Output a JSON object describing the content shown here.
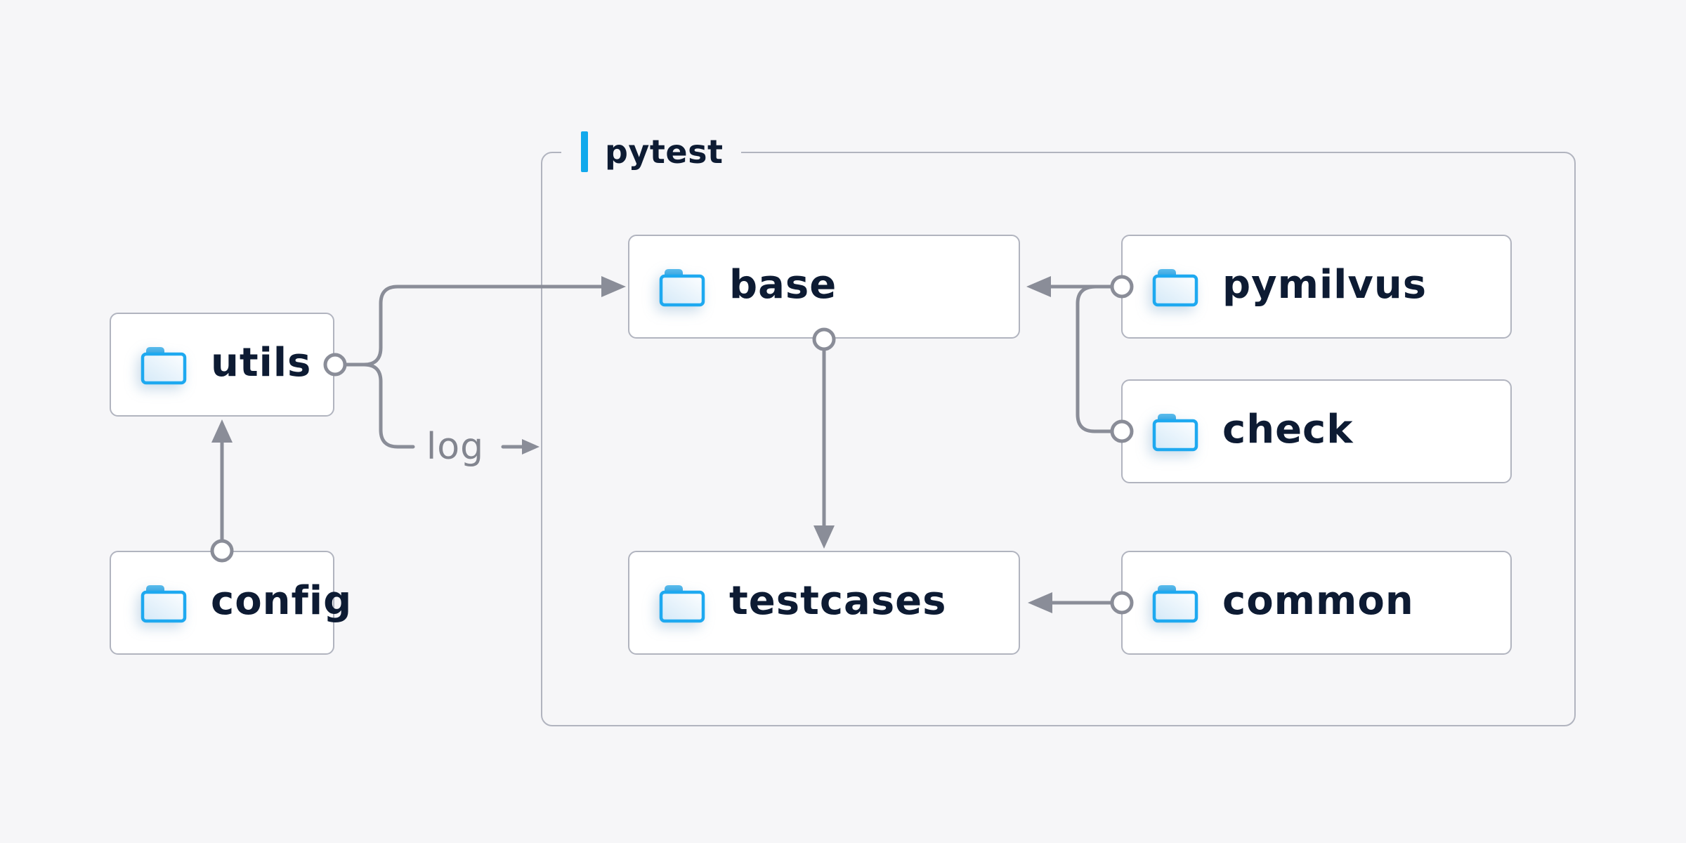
{
  "canvas": {
    "background": "#F6F6F8"
  },
  "colors": {
    "accent_blue": "#12A9EC",
    "folder_blue": "#1EA9F0",
    "line_gray": "#8A8D98",
    "text_navy": "#0D1B33",
    "border_gray": "#B1B4BF",
    "edge_label_gray": "#82858F"
  },
  "container": {
    "label": "pytest"
  },
  "nodes": {
    "utils": {
      "label": "utils",
      "icon": "folder-icon"
    },
    "config": {
      "label": "config",
      "icon": "folder-icon"
    },
    "base": {
      "label": "base",
      "icon": "folder-icon"
    },
    "pymilvus": {
      "label": "pymilvus",
      "icon": "folder-icon"
    },
    "check": {
      "label": "check",
      "icon": "folder-icon"
    },
    "testcases": {
      "label": "testcases",
      "icon": "folder-icon"
    },
    "common": {
      "label": "common",
      "icon": "folder-icon"
    }
  },
  "edges": [
    {
      "from": "config",
      "to": "utils",
      "label": ""
    },
    {
      "from": "utils",
      "to": "base",
      "label": ""
    },
    {
      "from": "utils",
      "to": "log-output",
      "label": "log"
    },
    {
      "from": "pymilvus",
      "to": "base",
      "label": ""
    },
    {
      "from": "check",
      "to": "base",
      "label": ""
    },
    {
      "from": "base",
      "to": "testcases",
      "label": ""
    },
    {
      "from": "common",
      "to": "testcases",
      "label": ""
    }
  ]
}
